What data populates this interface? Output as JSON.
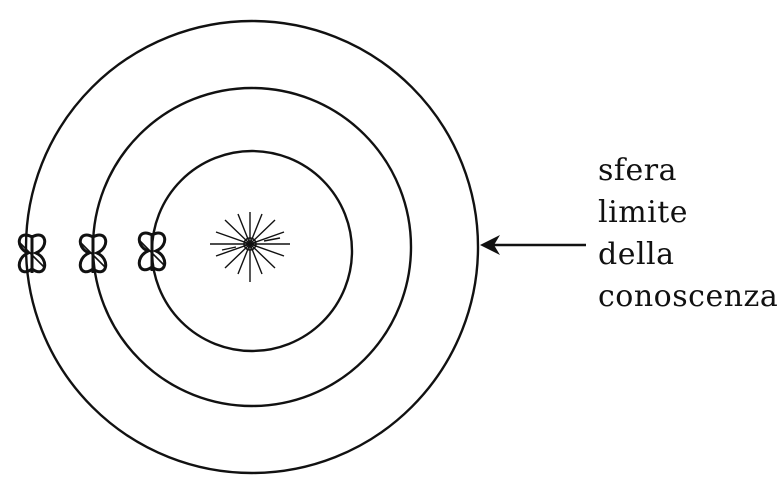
{
  "diagram": {
    "label_lines": [
      "sfera",
      "limite",
      "della",
      "conoscenza"
    ],
    "icons": {
      "center": "sun-icon",
      "figure": "butterfly-icon"
    },
    "colors": {
      "ink": "#111111",
      "background": "#ffffff"
    }
  }
}
